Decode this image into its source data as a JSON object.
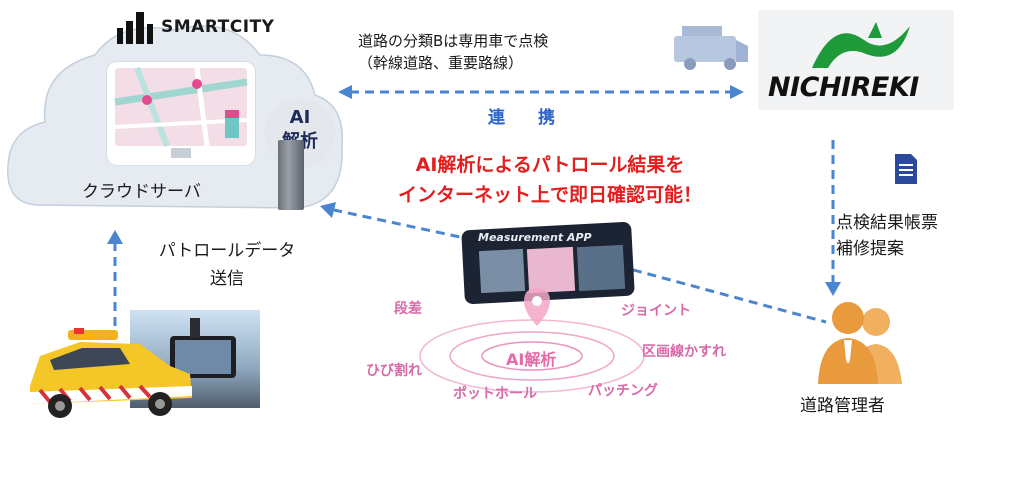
{
  "cloud": {
    "brand": "SMARTCITY",
    "label": "クラウドサーバ",
    "ai_line1": "AI",
    "ai_line2": "解析"
  },
  "inspection": {
    "line1": "道路の分類Bは専用車で点検",
    "line2": "（幹線道路、重要路線）",
    "link_label": "連　携"
  },
  "partner": {
    "logo_text": "NICHIREKI"
  },
  "headline": {
    "line1": "AI解析によるパトロール結果を",
    "line2": "インターネット上で即日確認可能！"
  },
  "report": {
    "line1": "点検結果帳票",
    "line2": "補修提案"
  },
  "manager": {
    "label": "道路管理者"
  },
  "patrol": {
    "line1": "パトロールデータ",
    "line2": "送信"
  },
  "app": {
    "title": "Measurement APP",
    "center_label": "AI解析",
    "tags": {
      "dansa": "段差",
      "joint": "ジョイント",
      "hibiware": "ひび割れ",
      "kukaku": "区画線かすれ",
      "pothole": "ポットホール",
      "patching": "パッチング"
    }
  },
  "colors": {
    "arrow": "#4a86d0",
    "headline": "#e21f1f",
    "link": "#2a63c9",
    "tag": "#d76aa8",
    "manager": "#e89a3c",
    "document": "#2b4a9c"
  }
}
